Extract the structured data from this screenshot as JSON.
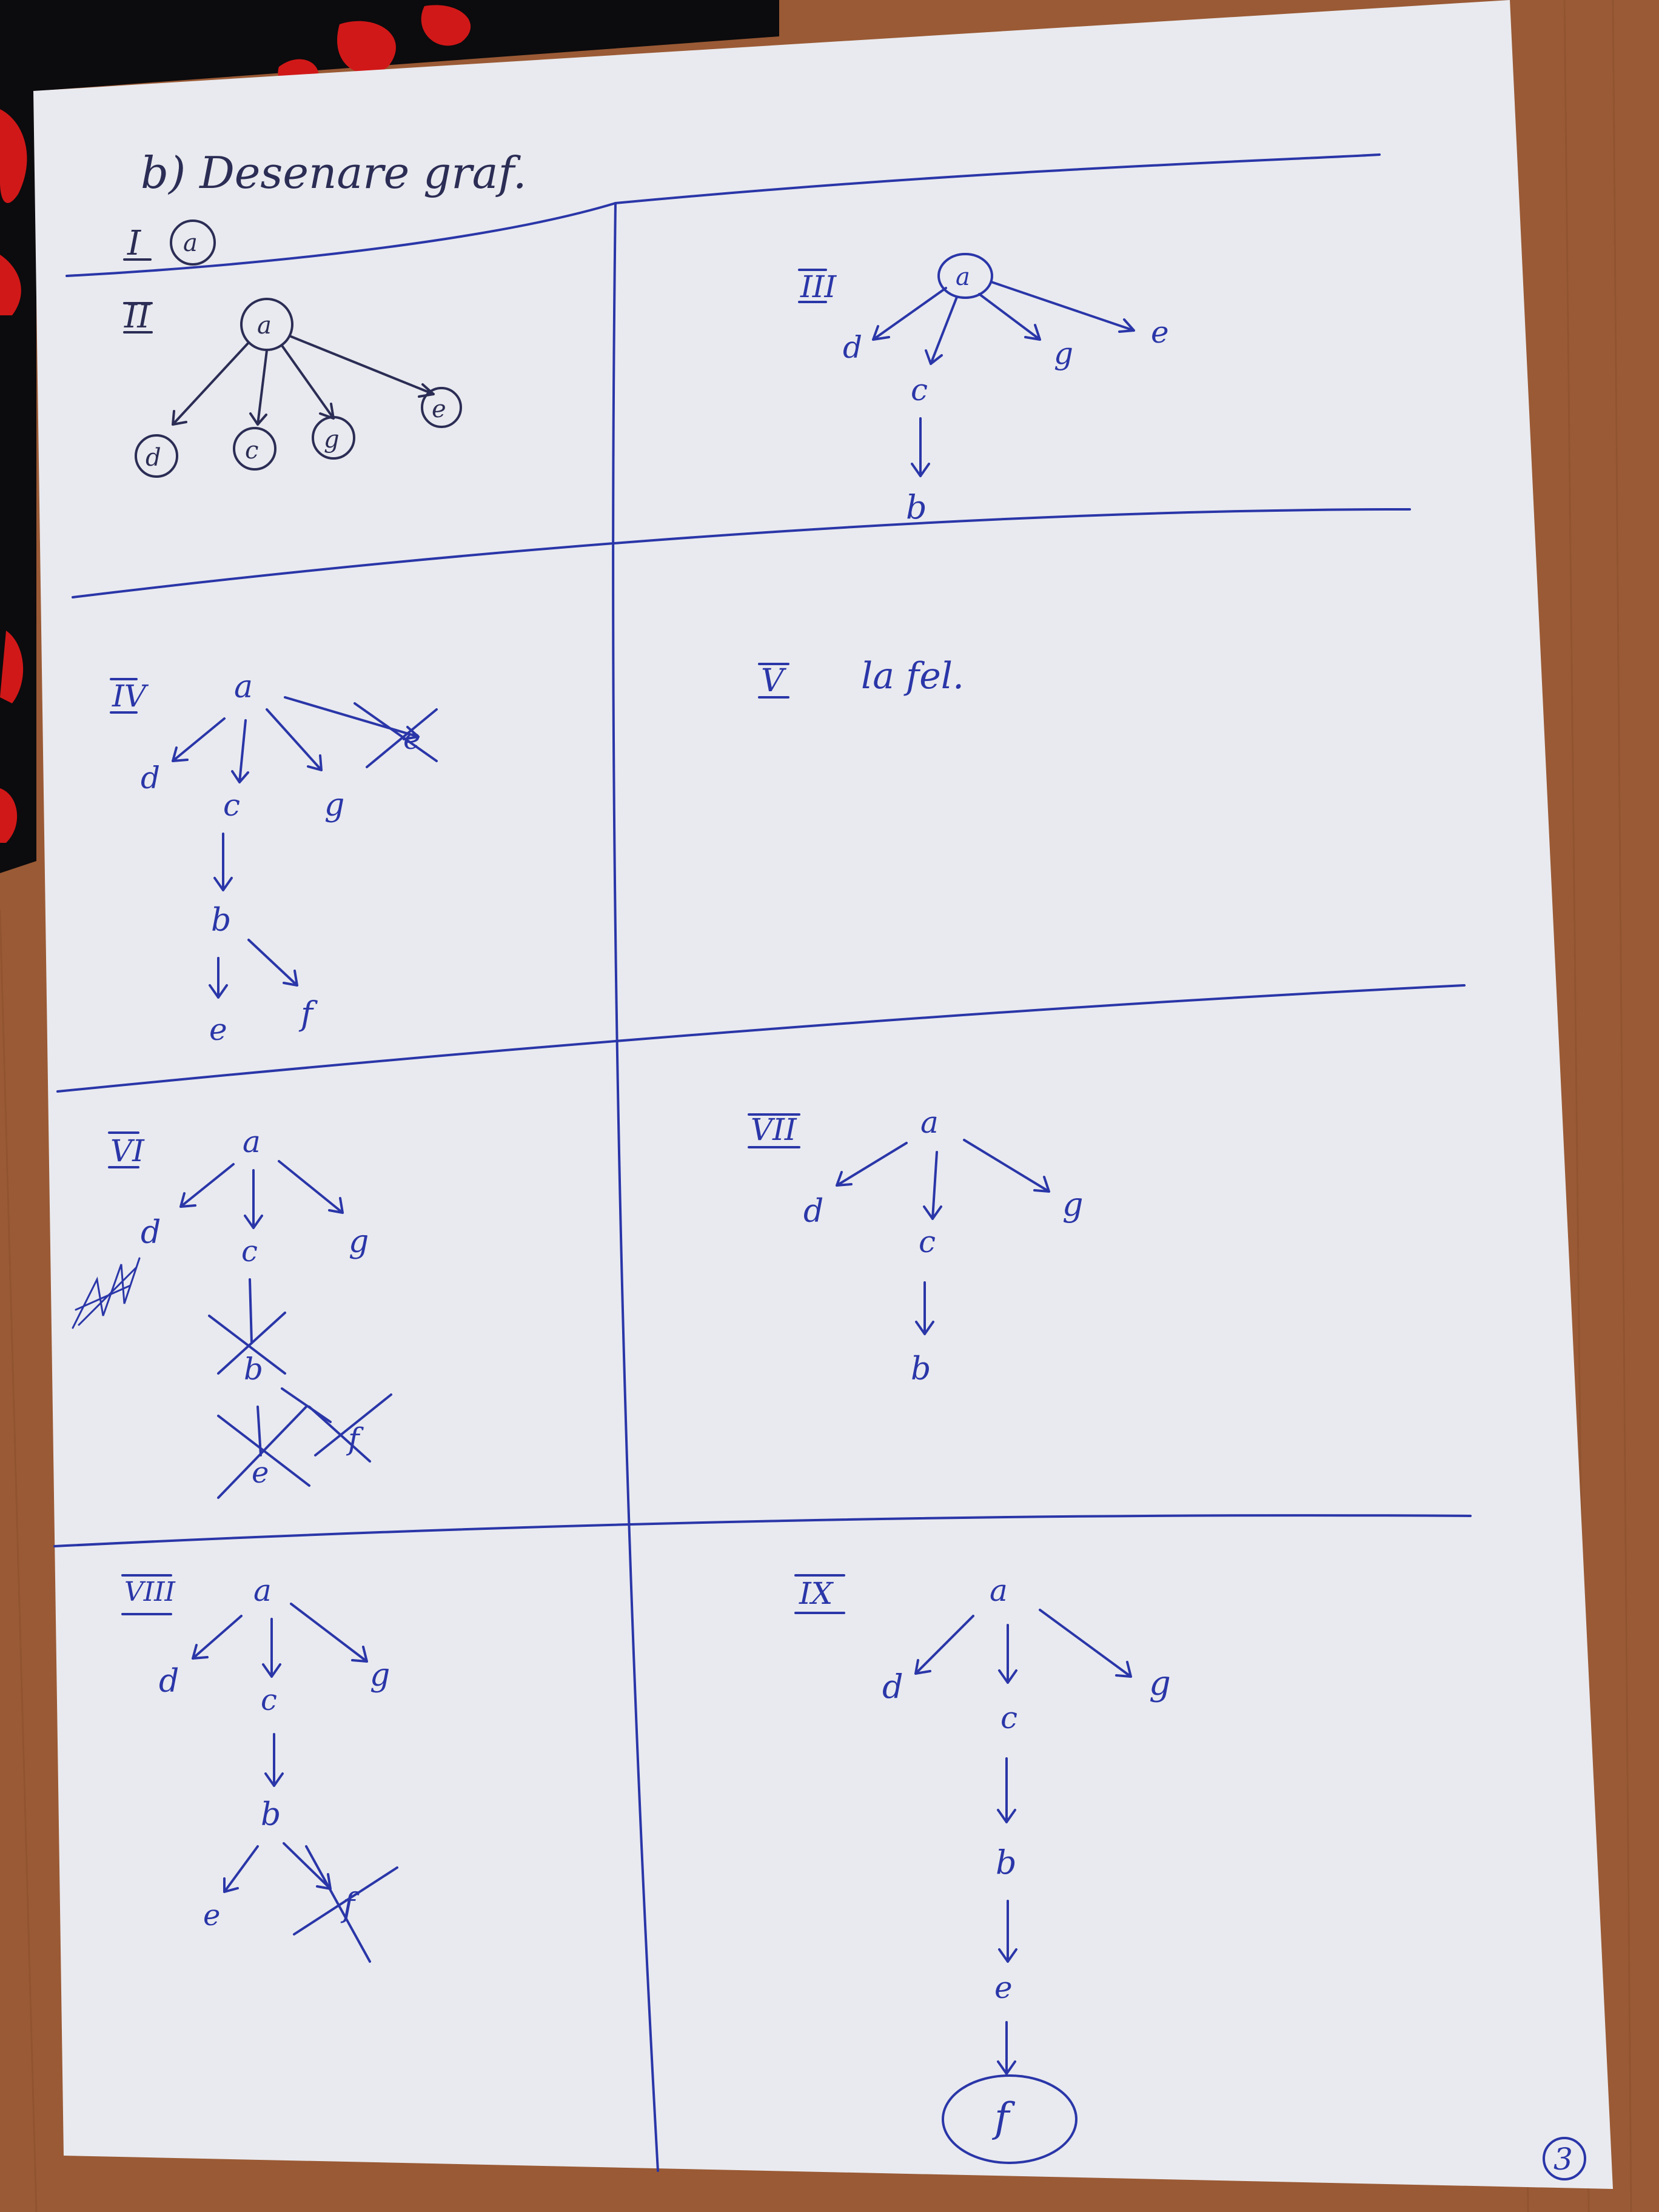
{
  "sheet": {
    "heading": "b) Desenare graf.",
    "page_number": "3"
  },
  "panels": [
    {
      "numeral": "I",
      "nodes": [
        "a"
      ]
    },
    {
      "numeral": "II",
      "nodes": [
        "a",
        "d",
        "c",
        "g",
        "e"
      ]
    },
    {
      "numeral": "III",
      "nodes": [
        "a",
        "d",
        "c",
        "g",
        "e",
        "b"
      ]
    },
    {
      "numeral": "IV",
      "nodes": [
        "a",
        "d",
        "c",
        "g",
        "e",
        "b",
        "e",
        "f"
      ]
    },
    {
      "numeral": "V",
      "note": "la fel."
    },
    {
      "numeral": "VI",
      "nodes": [
        "a",
        "d",
        "c",
        "g",
        "b",
        "e",
        "f"
      ]
    },
    {
      "numeral": "VII",
      "nodes": [
        "a",
        "d",
        "c",
        "g",
        "b"
      ]
    },
    {
      "numeral": "VIII",
      "nodes": [
        "a",
        "d",
        "c",
        "g",
        "b",
        "e",
        "f"
      ]
    },
    {
      "numeral": "IX",
      "nodes": [
        "a",
        "d",
        "c",
        "g",
        "b",
        "e",
        "f"
      ]
    }
  ],
  "colors": {
    "desk": "#9a5a35",
    "paper": "#e9eaef",
    "ink": "#2a36a8",
    "dark_ink": "#2b2d55",
    "fabric_black": "#0c0b0d",
    "fabric_red": "#d11818"
  }
}
